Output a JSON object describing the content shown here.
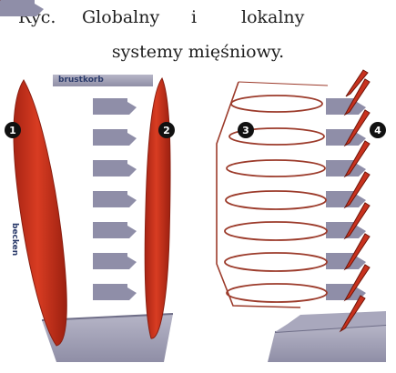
{
  "caption": {
    "line1_words": [
      "Ryc.",
      "Globalny",
      "i",
      "lokalny"
    ],
    "line2": "systemy mięśniowy."
  },
  "figure": {
    "top_label": "brustkorb",
    "side_label": "becken",
    "badges": [
      "1",
      "2",
      "3",
      "4"
    ],
    "colors": {
      "muscle_red": "#c8321e",
      "muscle_outline": "#8a1e10",
      "bone_gray": "#8e8ea6",
      "bone_light": "#b7b6c8",
      "ring_line": "#9c3b2b",
      "badge": "#111111"
    }
  }
}
